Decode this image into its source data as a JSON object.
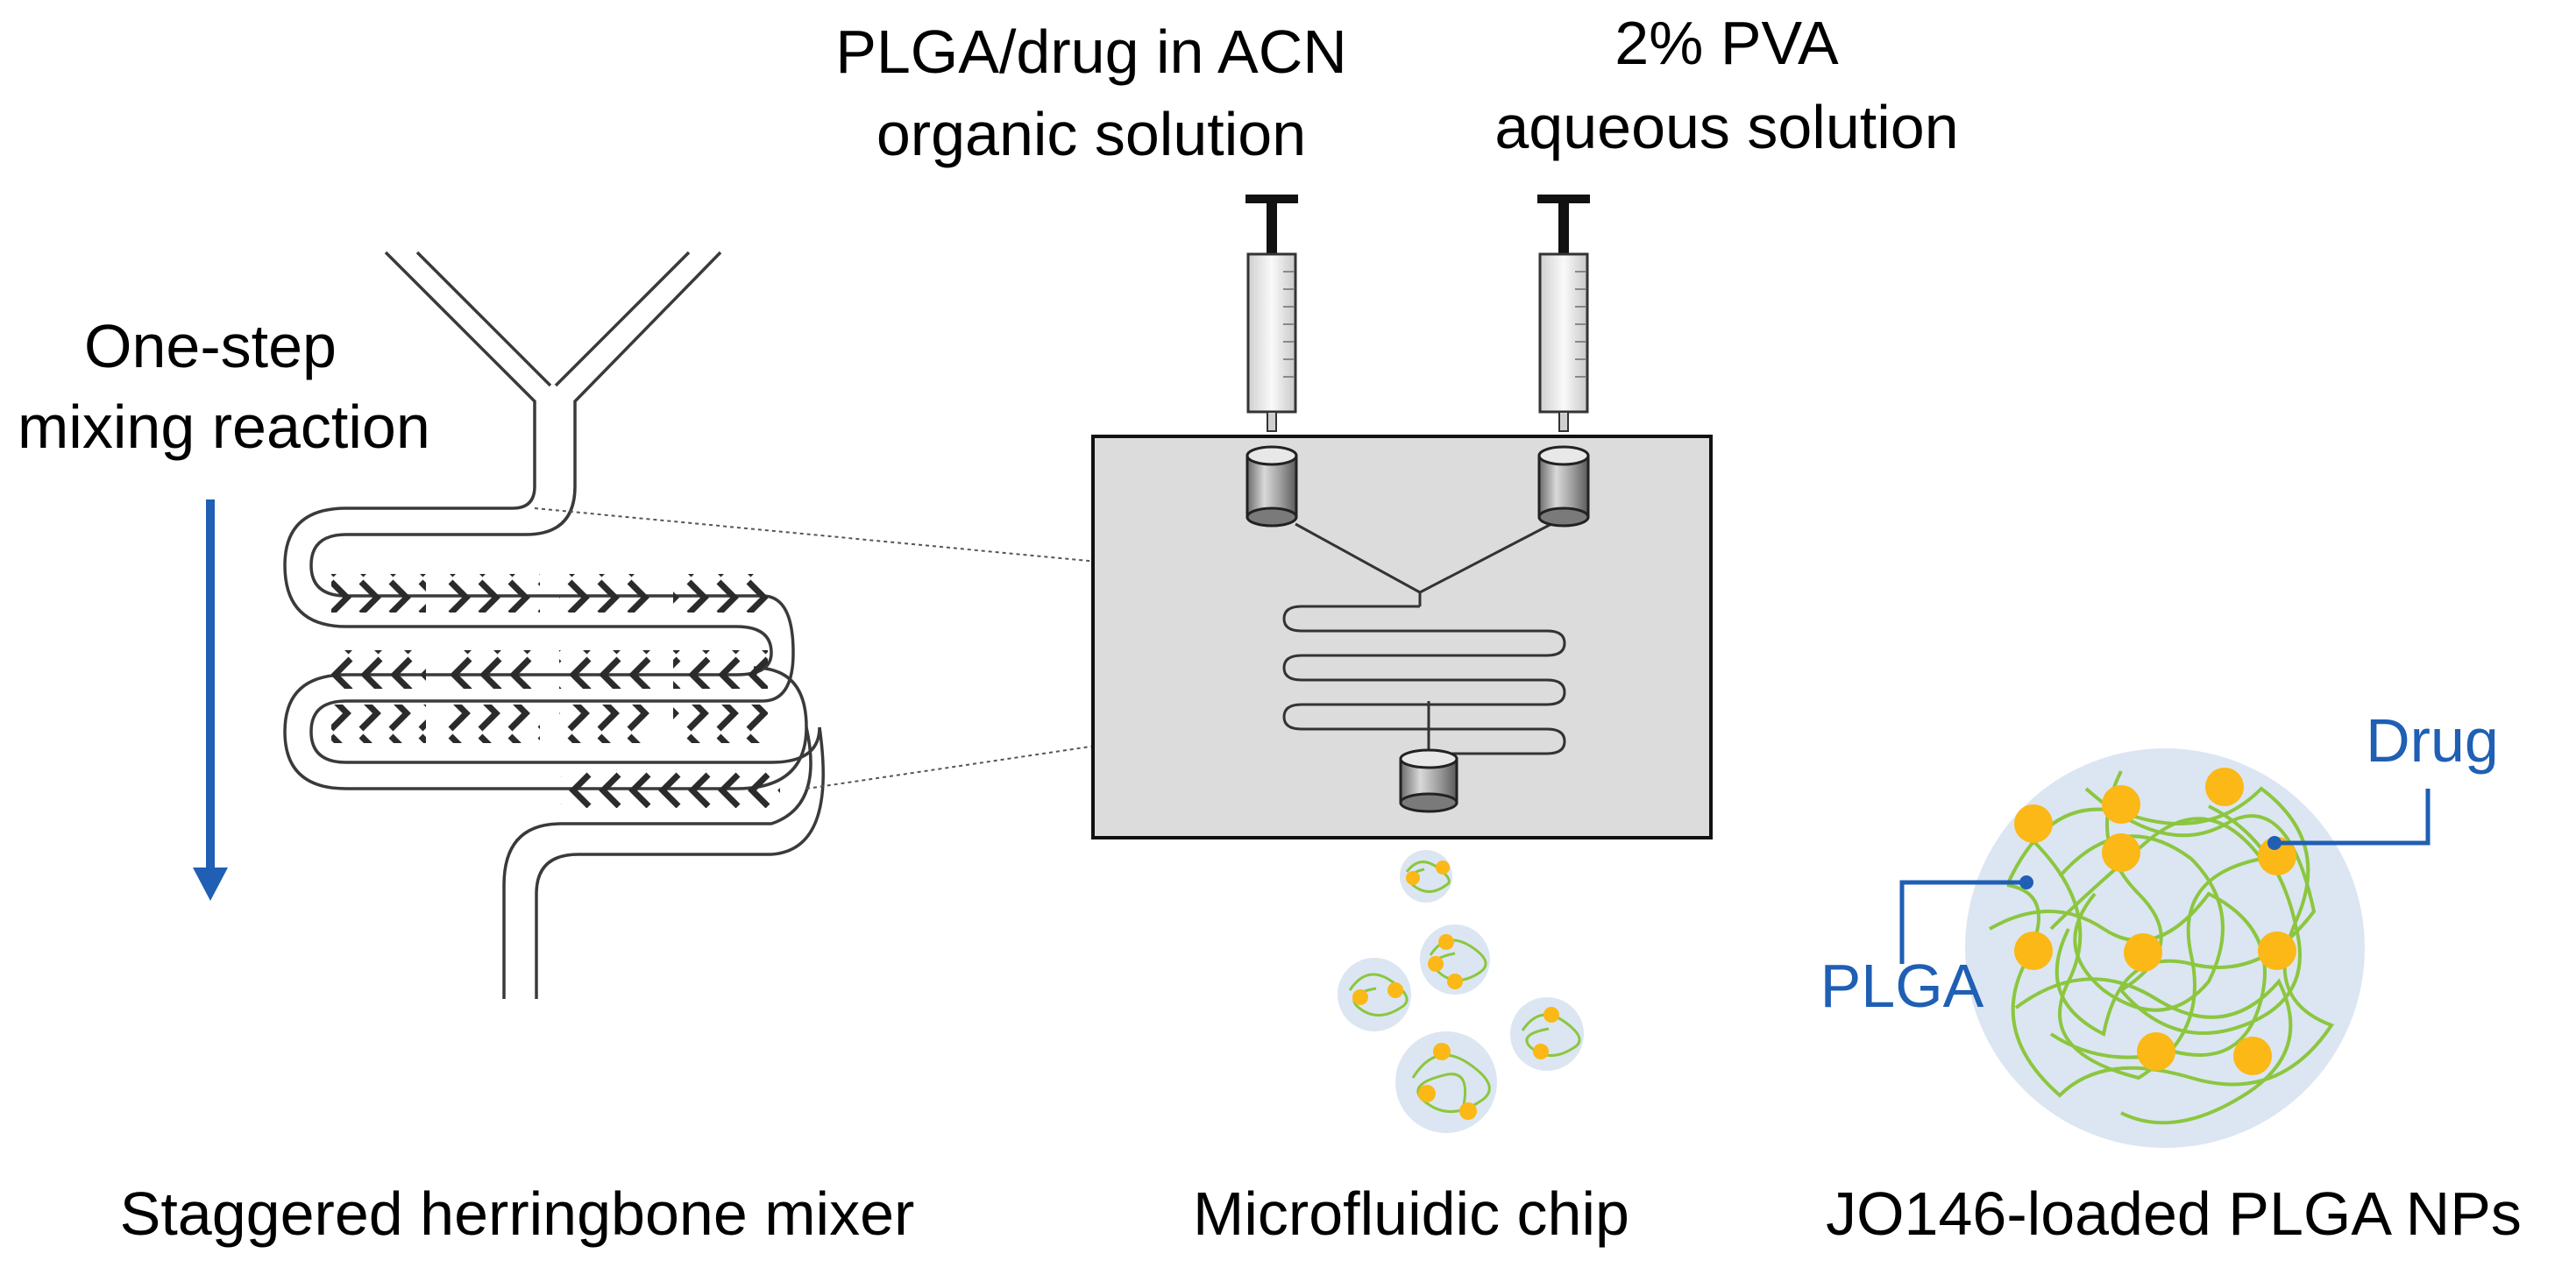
{
  "labels": {
    "organic_line1": "PLGA/drug in ACN",
    "organic_line2": "organic solution",
    "aqueous_line1": "2% PVA",
    "aqueous_line2": "aqueous solution",
    "onestep_line1": "One-step",
    "onestep_line2": "mixing reaction",
    "caption_mixer": "Staggered herringbone mixer",
    "caption_chip": "Microfluidic chip",
    "caption_np": "JO146-loaded PLGA NPs",
    "drug": "Drug",
    "plga": "PLGA"
  },
  "colors": {
    "accent_blue": "#1f5fb4",
    "drug_yellow": "#fbb816",
    "polymer_green": "#8cc63f",
    "particle_shell": "#dbe6f2",
    "chip_fill": "#dcdcdc"
  }
}
